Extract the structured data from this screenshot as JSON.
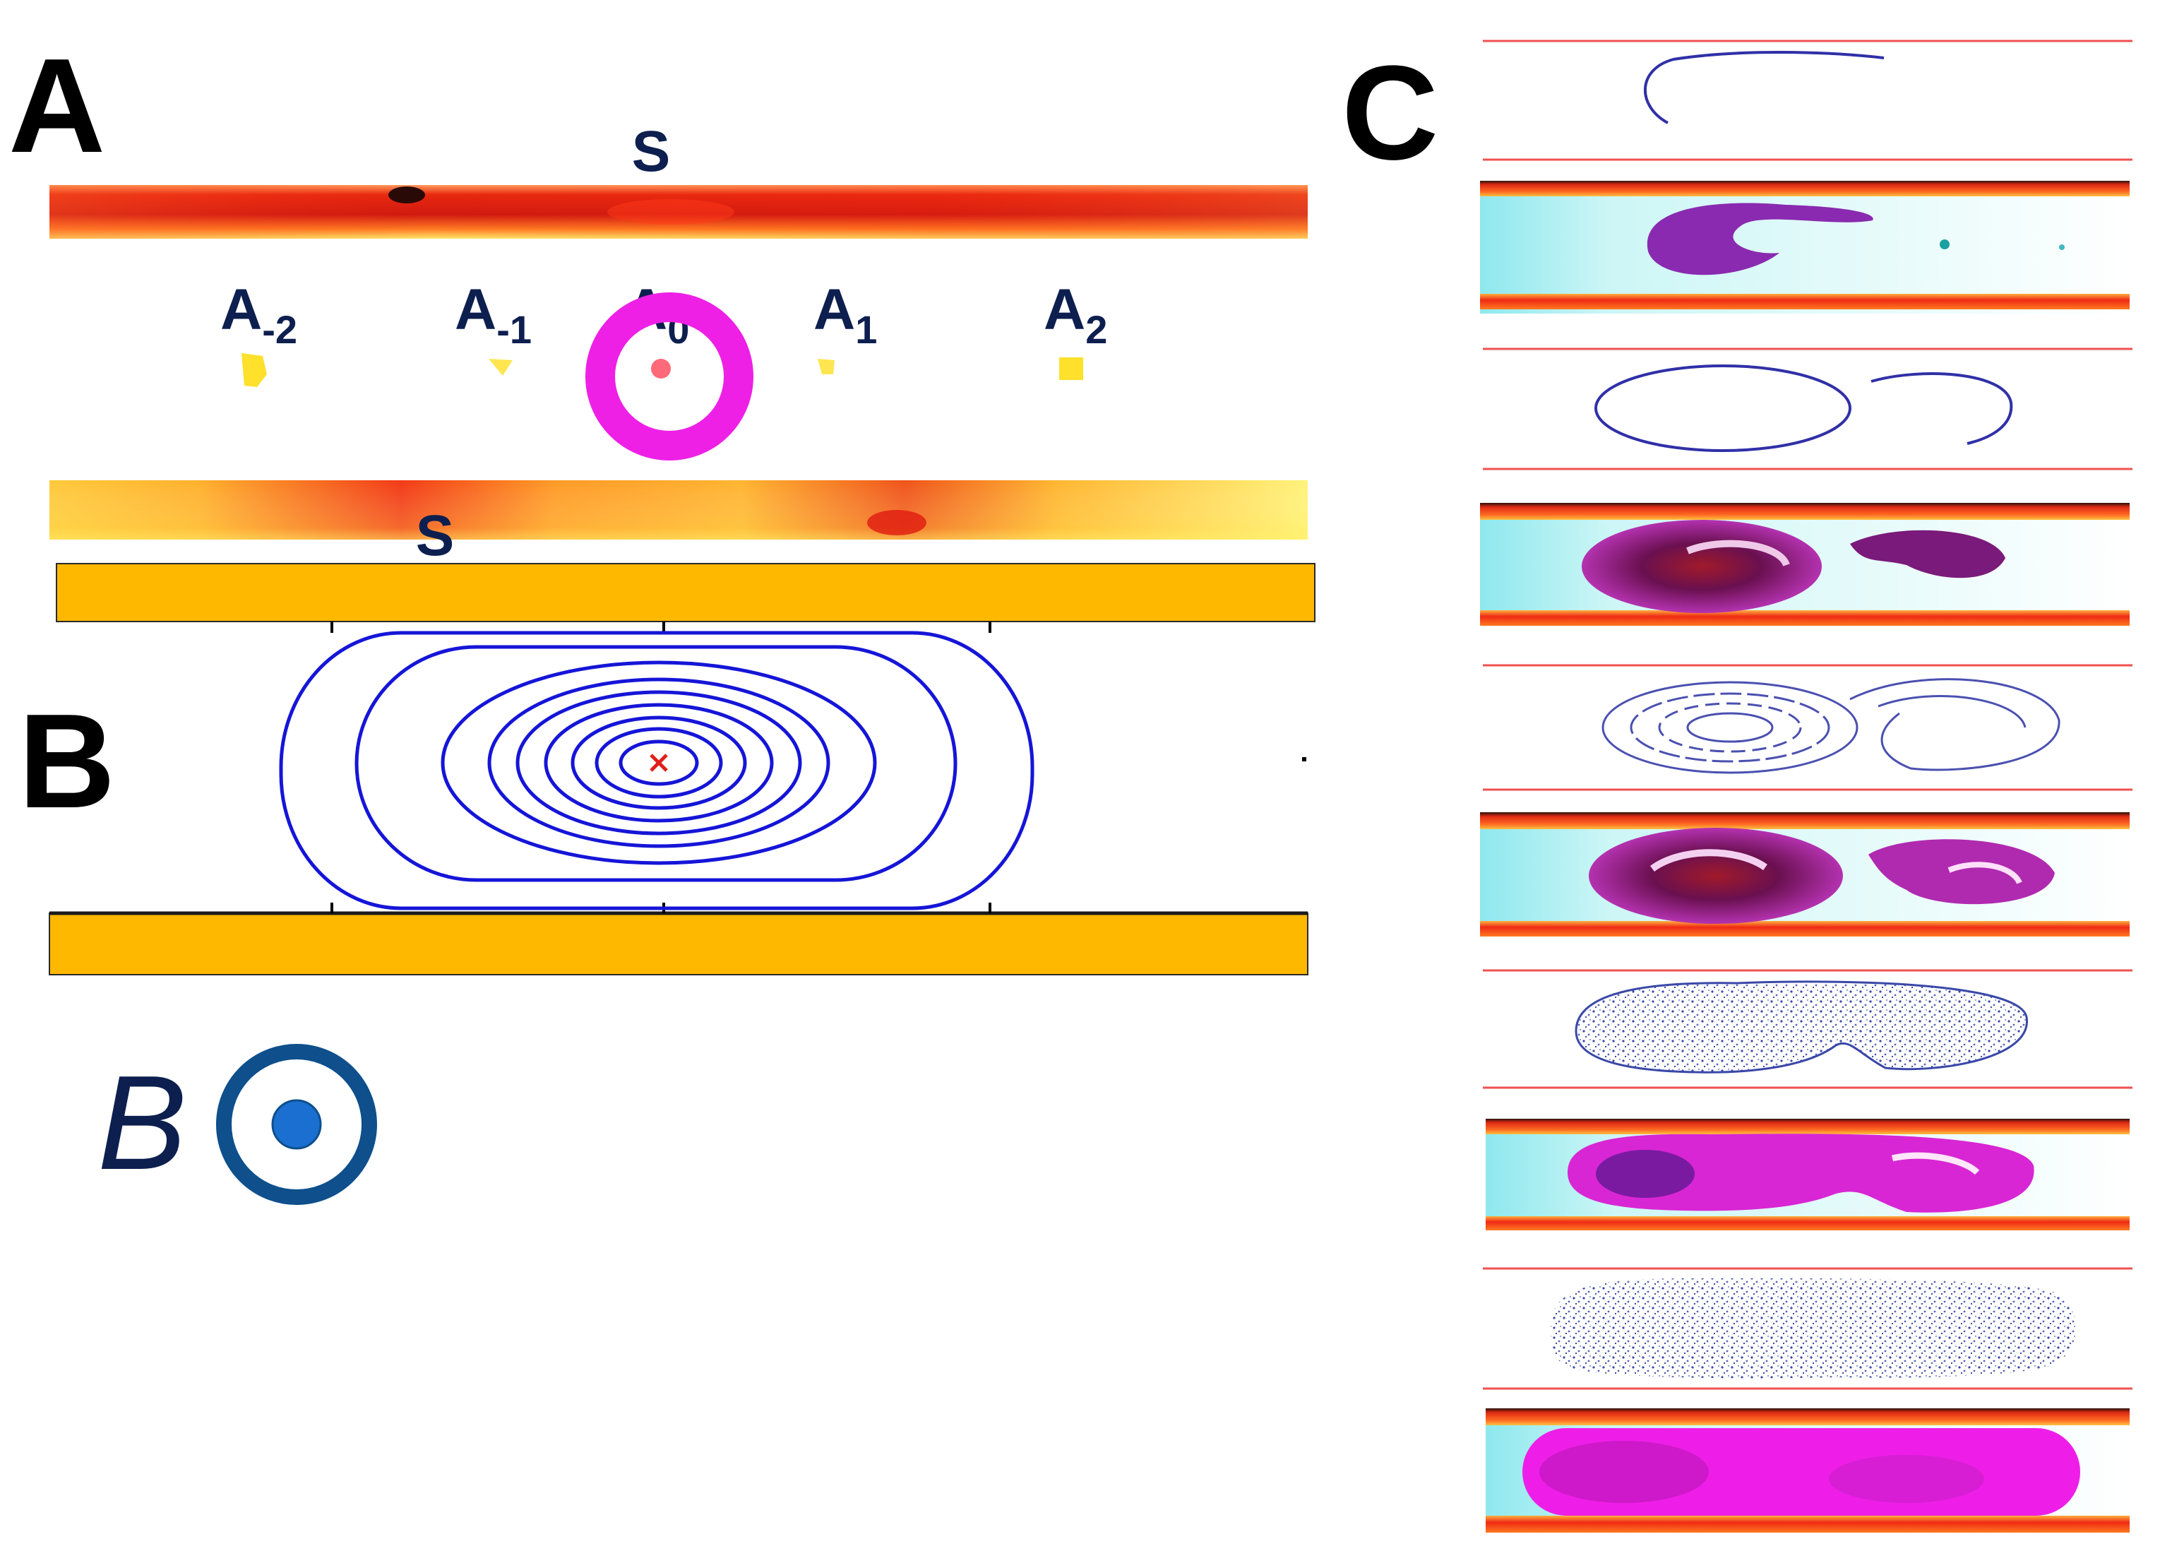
{
  "panels": {
    "a": {
      "letter": "A"
    },
    "b": {
      "letter": "B"
    },
    "c": {
      "letter": "C"
    }
  },
  "panel_a": {
    "surface_label_top": "S",
    "surface_label_bottom": "S",
    "points": [
      {
        "base": "A",
        "sub": "-2"
      },
      {
        "base": "A",
        "sub": "-1"
      },
      {
        "base": "A",
        "sub": "0"
      },
      {
        "base": "A",
        "sub": "1"
      },
      {
        "base": "A",
        "sub": "2"
      }
    ]
  },
  "field_symbol": {
    "letter": "B",
    "icon": "out-of-page-field-icon"
  },
  "colors": {
    "heat_dark": "#c41a10",
    "heat_red": "#ee2a14",
    "heat_yellow": "#fff470",
    "orange_plate": "#ffb800",
    "magenta": "#ee1ee8",
    "contour_blue": "#1515d8",
    "navy": "#0d1f4f",
    "field_blue": "#0e4f8c"
  }
}
